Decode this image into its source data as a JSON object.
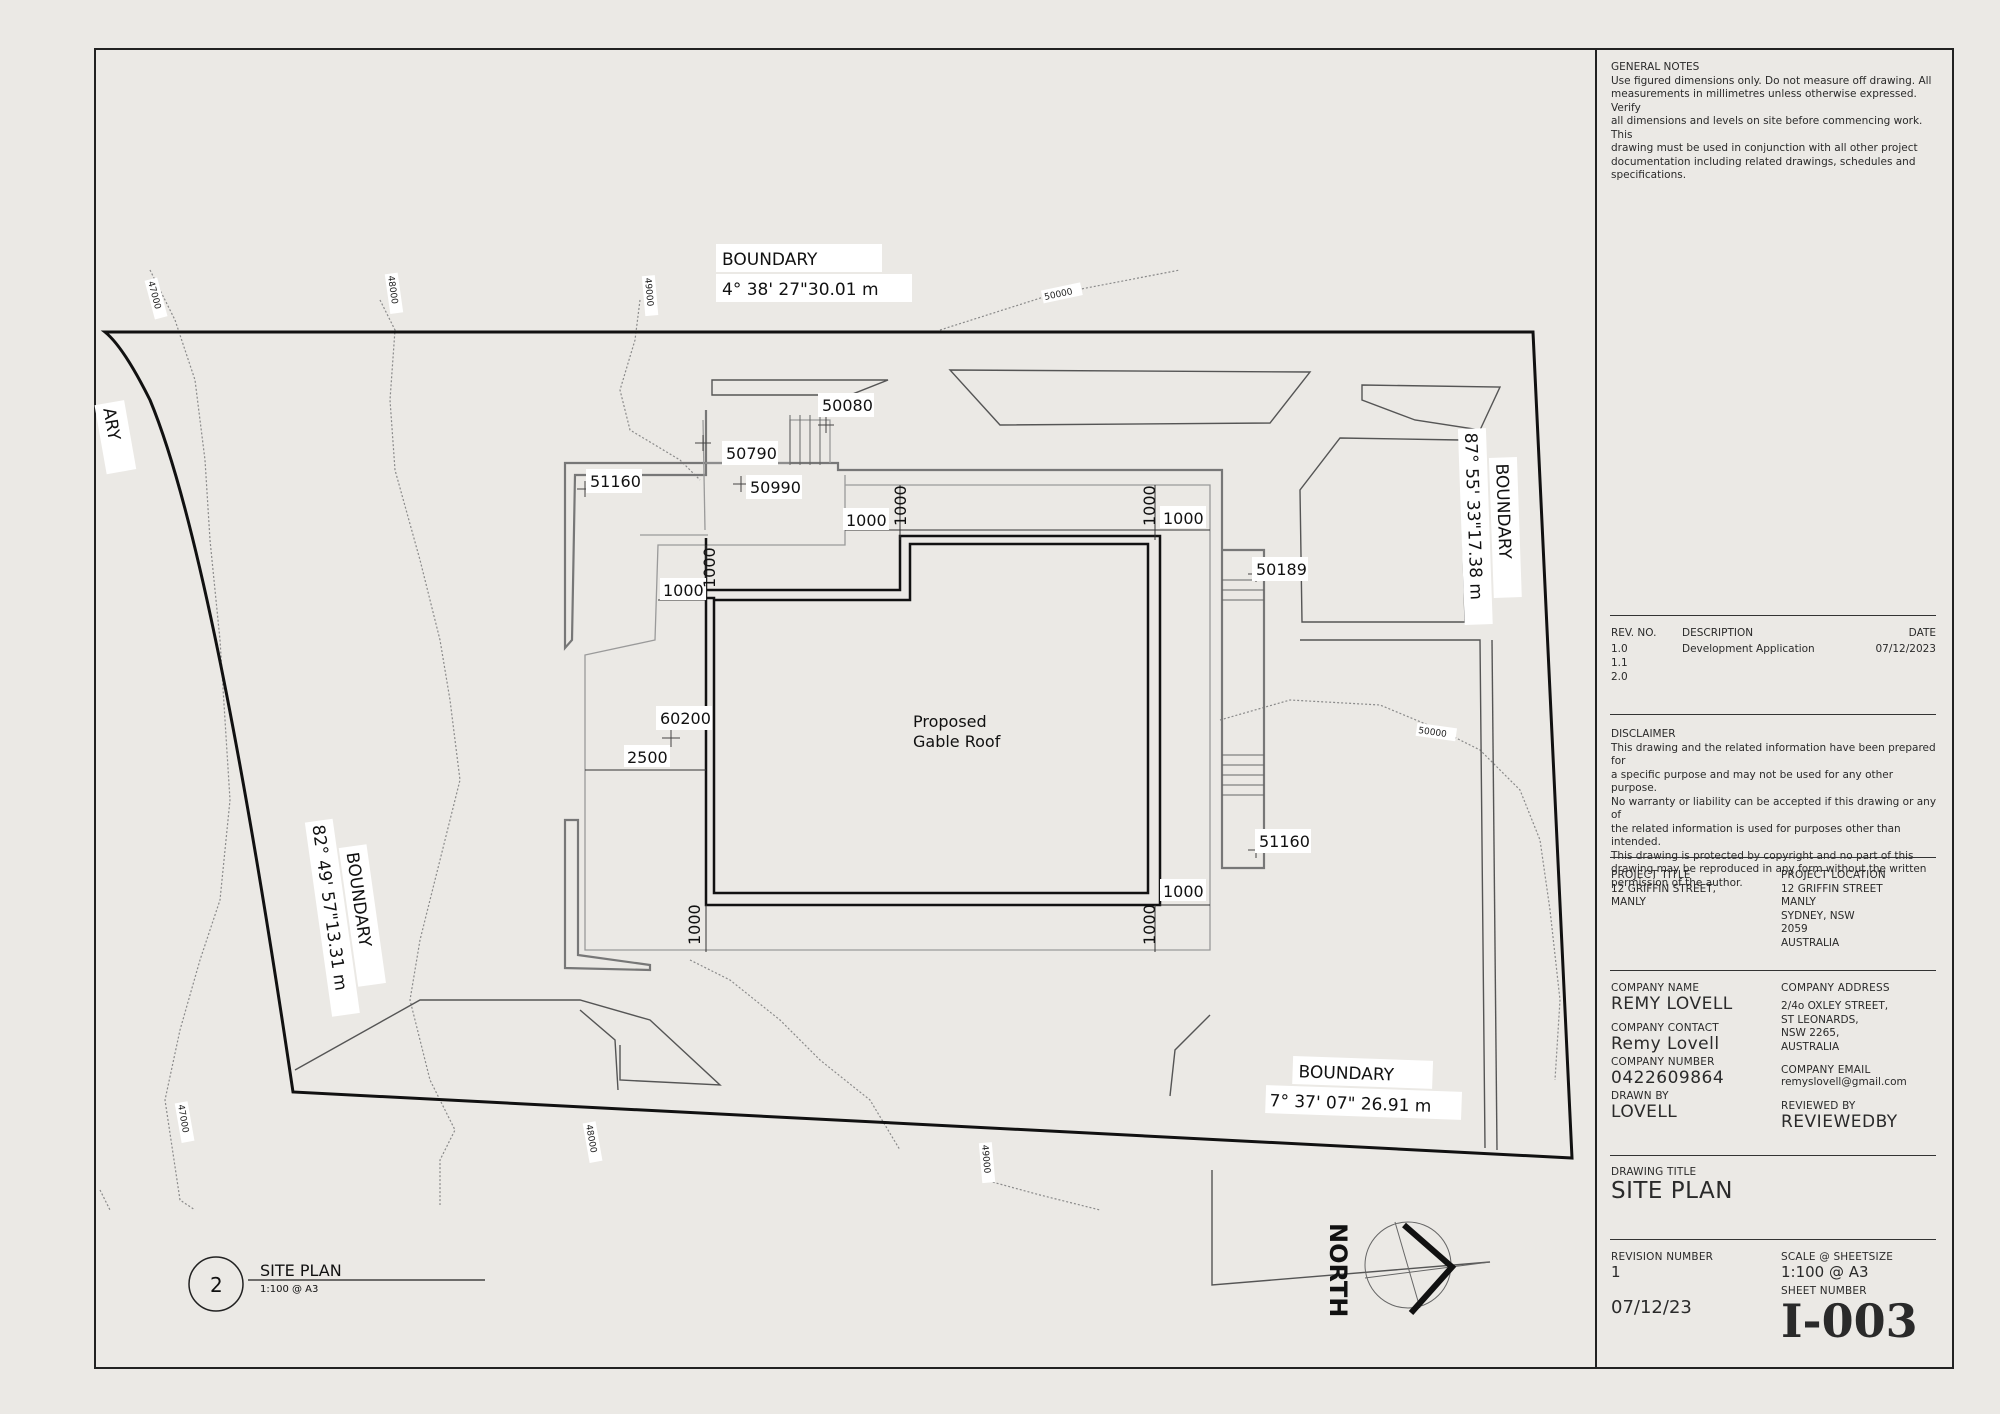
{
  "general_notes": {
    "heading": "GENERAL NOTES",
    "lines": [
      "Use figured dimensions only. Do not measure off drawing. All",
      "measurements in millimetres unless otherwise expressed. Verify",
      "all dimensions and levels on site before commencing work. This",
      "drawing must be used in conjunction with all other project",
      "documentation including related drawings, schedules and",
      "specifications."
    ]
  },
  "revisions": {
    "headers": {
      "rev": "REV. NO.",
      "desc": "DESCRIPTION",
      "date": "DATE"
    },
    "rows": [
      {
        "rev": "1.0",
        "desc": "Development Application",
        "date": "07/12/2023"
      },
      {
        "rev": "1.1",
        "desc": "",
        "date": ""
      },
      {
        "rev": "2.0",
        "desc": "",
        "date": ""
      }
    ]
  },
  "disclaimer": {
    "heading": "DISCLAIMER",
    "lines": [
      "This drawing and the related information have been prepared for",
      "a specific purpose and may not be used for any other purpose.",
      "No warranty or liability can be accepted if this drawing or any of",
      "the related information is used for purposes other than intended.",
      "This drawing is protected by copyright and no part of this",
      "drawing may be reproduced in any form without the written",
      "permission of the author."
    ]
  },
  "project": {
    "title_label": "PROJECT TITLE",
    "title_lines": [
      "12  GRIFFIN  STREET,",
      "MANLY"
    ],
    "location_label": "PROJECT LOCATION",
    "location_lines": [
      "12 GRIFFIN  STREET",
      "MANLY",
      "SYDNEY, NSW",
      "2059",
      "AUSTRALIA"
    ]
  },
  "company": {
    "name_label": "COMPANY NAME",
    "name": "REMY LOVELL",
    "contact_label": "COMPANY CONTACT",
    "contact": "Remy Lovell",
    "number_label": "COMPANY NUMBER",
    "number": "0422609864",
    "address_label": "COMPANY ADDRESS",
    "address_lines": [
      "2/4o OXLEY STREET,",
      "ST LEONARDS,",
      "NSW 2265,",
      "AUSTRALIA"
    ],
    "email_label": "COMPANY EMAIL",
    "email": "remyslovell@gmail.com",
    "drawn_label": "DRAWN BY",
    "drawn": "LOVELL",
    "reviewed_label": "REVIEWED BY",
    "reviewed": "REVIEWEDBY"
  },
  "drawing": {
    "title_label": "DRAWING TITLE",
    "title": "SITE PLAN",
    "revision_label": "REVISION NUMBER",
    "revision": "1",
    "date": "07/12/23",
    "scale_label": "SCALE @ SHEETSIZE",
    "scale": "1:100 @ A3",
    "sheet_label": "SHEET NUMBER",
    "sheet": "I-003"
  },
  "view_tag": {
    "number": "2",
    "title": "SITE PLAN",
    "scale": "1:100 @ A3"
  },
  "north_label": "NORTH",
  "boundaries": {
    "top": {
      "label": "BOUNDARY",
      "bearing": "4° 38' 27\"30.01 m"
    },
    "right": {
      "label": "BOUNDARY",
      "bearing": "87° 55' 33\"17.38 m"
    },
    "bottom": {
      "label": "BOUNDARY",
      "bearing": "7° 37' 07\" 26.91 m"
    },
    "left": {
      "label": "BOUNDARY",
      "bearing": "82° 49' 57\"13.31 m"
    },
    "partial": "ARY"
  },
  "roof_label": [
    "Proposed",
    "Gable Roof"
  ],
  "levels": [
    "50080",
    "50790",
    "51160",
    "50990",
    "50189",
    "60200",
    "51160"
  ],
  "dimensions": {
    "d1000": "1000",
    "d2500": "2500"
  },
  "contours": [
    "47000",
    "48000",
    "49000",
    "50000",
    "50000",
    "47000",
    "48000",
    "49000"
  ]
}
